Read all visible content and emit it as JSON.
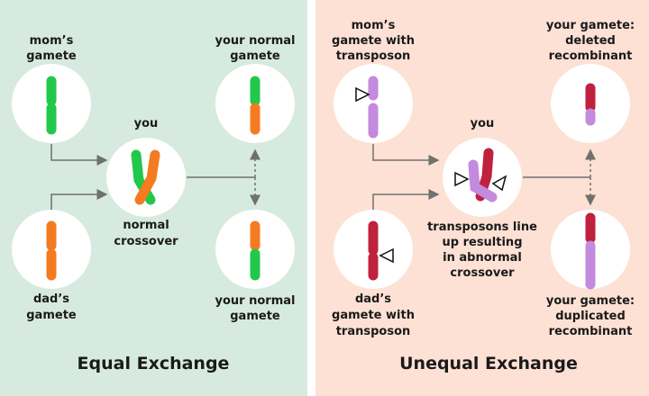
{
  "colors": {
    "left_background": "#d7eadf",
    "right_background": "#fde1d5",
    "mom_equal": "#22c84a",
    "dad_equal": "#f47b20",
    "mom_unequal": "#c48ade",
    "dad_unequal": "#c0213d"
  },
  "equal": {
    "mom_label": [
      "mom’s",
      "gamete"
    ],
    "dad_label": [
      "dad’s",
      "gamete"
    ],
    "you_label": "you",
    "crossover_label": [
      "normal",
      "crossover"
    ],
    "top_result_label": [
      "your normal",
      "gamete"
    ],
    "bottom_result_label": [
      "your normal",
      "gamete"
    ],
    "title": "Equal Exchange"
  },
  "unequal": {
    "mom_label": [
      "mom’s",
      "gamete with",
      "transposon"
    ],
    "dad_label": [
      "dad’s",
      "gamete with",
      "transposon"
    ],
    "you_label": "you",
    "crossover_label": [
      "transposons line",
      "up resulting",
      "in abnormal",
      "crossover"
    ],
    "top_result_label": [
      "your gamete:",
      "deleted",
      "recombinant"
    ],
    "bottom_result_label": [
      "your gamete:",
      "duplicated",
      "recombinant"
    ],
    "title": "Unequal Exchange"
  },
  "icons": {
    "transposon": "triangle-outline",
    "arrow": "arrowhead"
  }
}
